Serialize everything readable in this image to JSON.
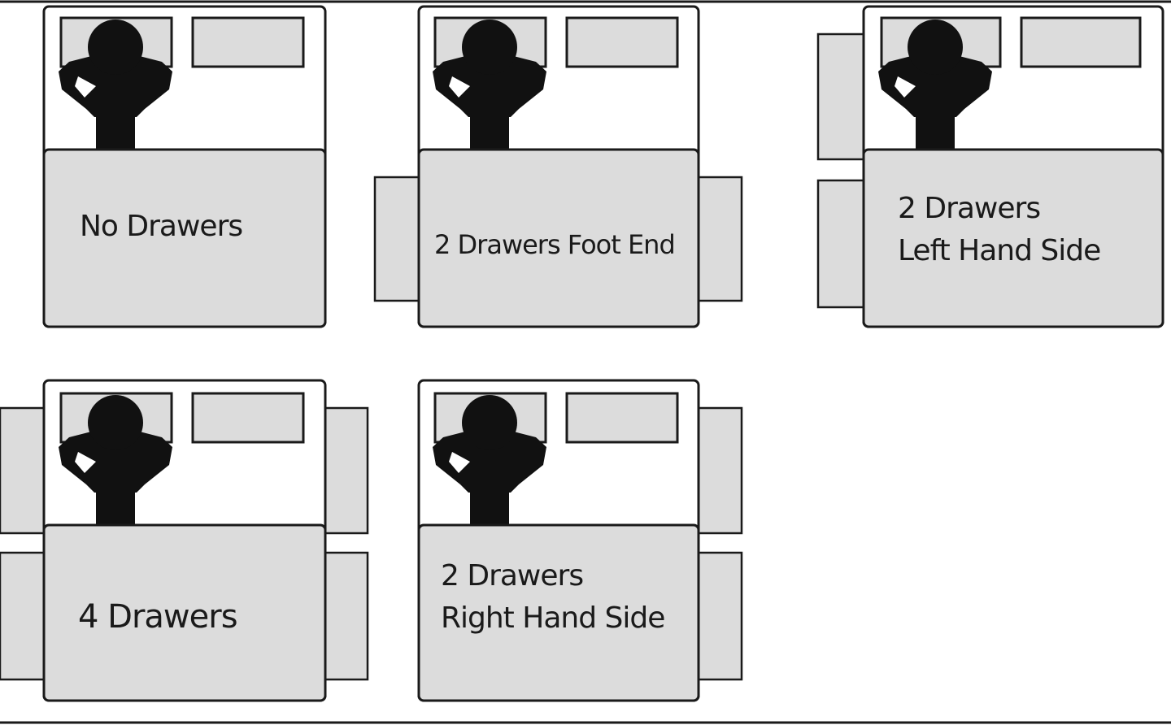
{
  "beds": [
    {
      "id": "no-drawers",
      "label_lines": [
        "No Drawers"
      ],
      "drawers": []
    },
    {
      "id": "foot-end",
      "label_lines": [
        "2 Drawers Foot End"
      ],
      "drawers": [
        "left-lower",
        "right-lower"
      ]
    },
    {
      "id": "left-hand-side",
      "label_lines": [
        "2 Drawers",
        "Left Hand Side"
      ],
      "drawers": [
        "left-upper",
        "left-lower"
      ]
    },
    {
      "id": "four-drawers",
      "label_lines": [
        "4 Drawers"
      ],
      "drawers": [
        "left-upper",
        "left-lower",
        "right-upper",
        "right-lower"
      ]
    },
    {
      "id": "right-hand-side",
      "label_lines": [
        "2 Drawers",
        "Right Hand Side"
      ],
      "drawers": [
        "right-upper",
        "right-lower"
      ]
    }
  ],
  "colors": {
    "outline": "#1a1a1a",
    "fill_grey": "#dcdcdc",
    "person": "#111111",
    "background": "#ffffff"
  }
}
